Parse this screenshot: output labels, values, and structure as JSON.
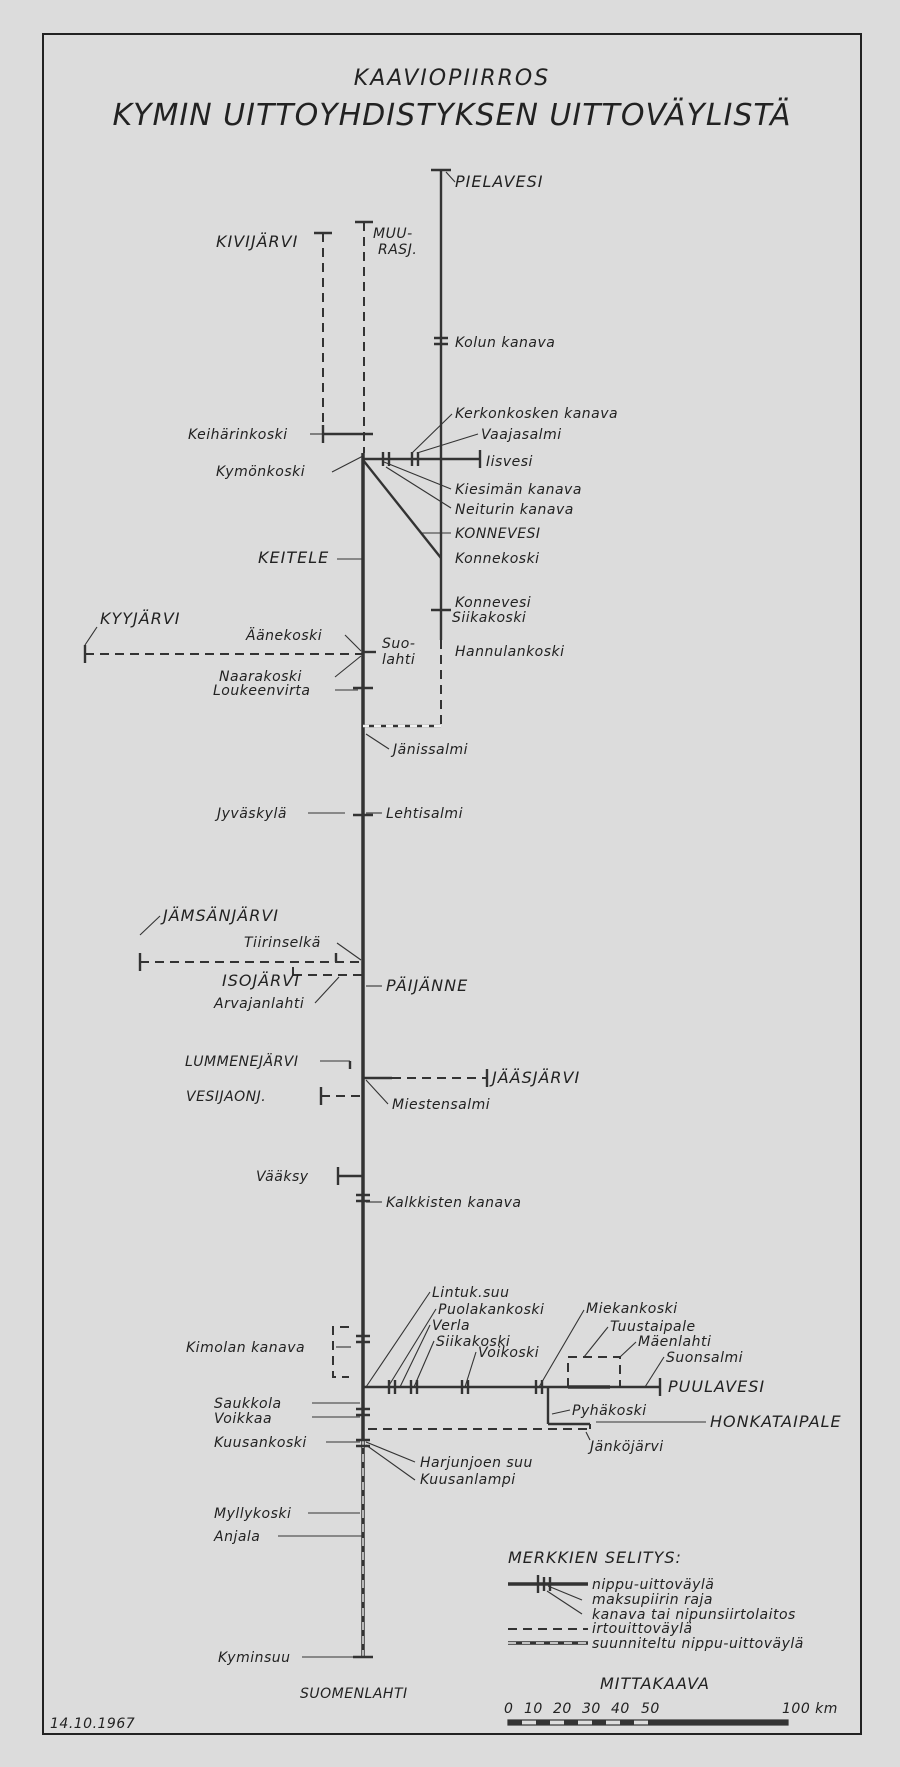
{
  "title": {
    "line1": "KAAVIOPIIRROS",
    "line2": "KYMIN UITTOYHDISTYKSEN UITTOVÄYLISTÄ"
  },
  "labels": {
    "pielavesi": "PIELAVESI",
    "kivijarvi": "KIVIJÄRVI",
    "muu": "MUU-",
    "rasj": "RASJ.",
    "kolun_kanava": "Kolun kanava",
    "kerkonkosken_kanava": "Kerkonkosken kanava",
    "vaajasalmi": "Vaajasalmi",
    "iisvesi": "Iisvesi",
    "keiharinkoski": "Keihärinkoski",
    "kymonkoski": "Kymönkoski",
    "kiesiman_kanava": "Kiesimän kanava",
    "neiturin_kanava": "Neiturin kanava",
    "konnevesi_upper": "KONNEVESI",
    "konnekoski": "Konnekoski",
    "keitele": "KEITELE",
    "konnevesi": "Konnevesi",
    "siikakoski_n": "Siikakoski",
    "kyyjarvi": "KYYJÄRVI",
    "aanekoski": "Äänekoski",
    "suo": "Suo-",
    "lahti": "lahti",
    "hannulankoski": "Hannulankoski",
    "naarakoski": "Naarakoski",
    "loukeenvirta": "Loukeenvirta",
    "janissalmi": "Jänissalmi",
    "jyvaskyla": "Jyväskylä",
    "lehtisalmi": "Lehtisalmi",
    "jamsanjarvi": "JÄMSÄNJÄRVI",
    "tiirinselka": "Tiirinselkä",
    "isojarvi": "ISOJÄRVI",
    "arvajanlahti": "Arvajanlahti",
    "paijanne": "PÄIJÄNNE",
    "lummenejarvi": "LUMMENEJÄRVI",
    "jaasjarvi": "JÄÄSJÄRVI",
    "vesijaonj": "VESIJAONJ.",
    "miestensalmi": "Miestensalmi",
    "vaaksy": "Vääksy",
    "kalkkisten_kanava": "Kalkkisten kanava",
    "lintuksuu": "Lintuk.suu",
    "puolakankoski": "Puolakankoski",
    "verla": "Verla",
    "siikakoski_s": "Siikakoski",
    "voikoski": "Voikoski",
    "miekankoski": "Miekankoski",
    "tuustaipale": "Tuustaipale",
    "maenlahti": "Mäenlahti",
    "suonsalmi": "Suonsalmi",
    "kimolan_kanava": "Kimolan kanava",
    "puulavesi": "PUULAVESI",
    "saukkola": "Saukkola",
    "pyhakoski": "Pyhäkoski",
    "honkataipale": "HONKATAIPALE",
    "voikkaa": "Voikkaa",
    "jankojarvi": "Jänköjärvi",
    "kuusankoski": "Kuusankoski",
    "harjunjoen_suu": "Harjunjoen suu",
    "kuusanlampi": "Kuusanlampi",
    "myllykoski": "Myllykoski",
    "anjala": "Anjala",
    "kyminsuu": "Kyminsuu",
    "suomenlahti": "SUOMENLAHTI"
  },
  "legend": {
    "title": "MERKKIEN SELITYS:",
    "items": [
      "nippu-uittoväylä",
      "maksupiirin raja",
      "kanava tai nipunsiirtolaitos",
      "irtouittoväylä",
      "suunniteltu nippu-uittoväylä"
    ]
  },
  "scale": {
    "title": "MITTAKAAVA",
    "ticks": [
      "0",
      "10",
      "20",
      "30",
      "40",
      "50"
    ],
    "end_label": "100 km"
  },
  "date": "14.10.1967"
}
